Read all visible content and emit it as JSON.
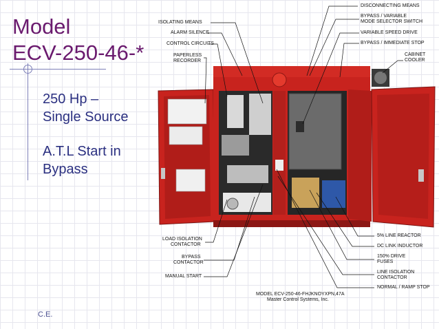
{
  "slide": {
    "title_line1": "Model",
    "title_line2": "ECV-250-46-*",
    "body_line1": "250 Hp –",
    "body_line2": "Single Source",
    "body_line3": "A.T.L Start in",
    "body_line4": "Bypass",
    "footer": "C.E."
  },
  "figure": {
    "left_labels": {
      "isolating_means": "ISOLATING MEANS",
      "alarm_silence": "ALARM SILENCE",
      "control_circuits": "CONTROL CIRCUITS",
      "paperless_recorder_1": "PAPERLESS",
      "paperless_recorder_2": "RECORDER",
      "load_isolation_1": "LOAD ISOLATION",
      "load_isolation_2": "CONTACTOR",
      "bypass_contactor_1": "BYPASS",
      "bypass_contactor_2": "CONTACTOR",
      "manual_start": "MANUAL START"
    },
    "right_labels": {
      "disconnecting_means": "DISCONNECTING MEANS",
      "bypass_variable_1": "BYPASS / VARIABLE",
      "bypass_variable_2": "MODE SELECTOR SWITCH",
      "variable_speed_drive": "VARIABLE SPEED DRIVE",
      "bypass_immediate_stop": "BYPASS / IMMEDIATE STOP",
      "cabinet_cooler_1": "CABINET",
      "cabinet_cooler_2": "COOLER",
      "line_reactor": "5% LINE REACTOR",
      "dc_link_inductor": "DC LINK INDUCTOR",
      "drive_fuses_1": "150% DRIVE",
      "drive_fuses_2": "FUSES",
      "line_isolation_1": "LINE ISOLATION",
      "line_isolation_2": "CONTACTOR",
      "normal_ramp_stop": "NORMAL / RAMP STOP"
    },
    "caption_line1": "MODEL ECV-250-46-FHJKNOYXPN,47A",
    "caption_line2": "Master Control Systems, Inc.",
    "colors": {
      "cabinet_red": "#c8231e",
      "title_purple": "#6a1a6e",
      "body_blue": "#2a2f80"
    }
  }
}
